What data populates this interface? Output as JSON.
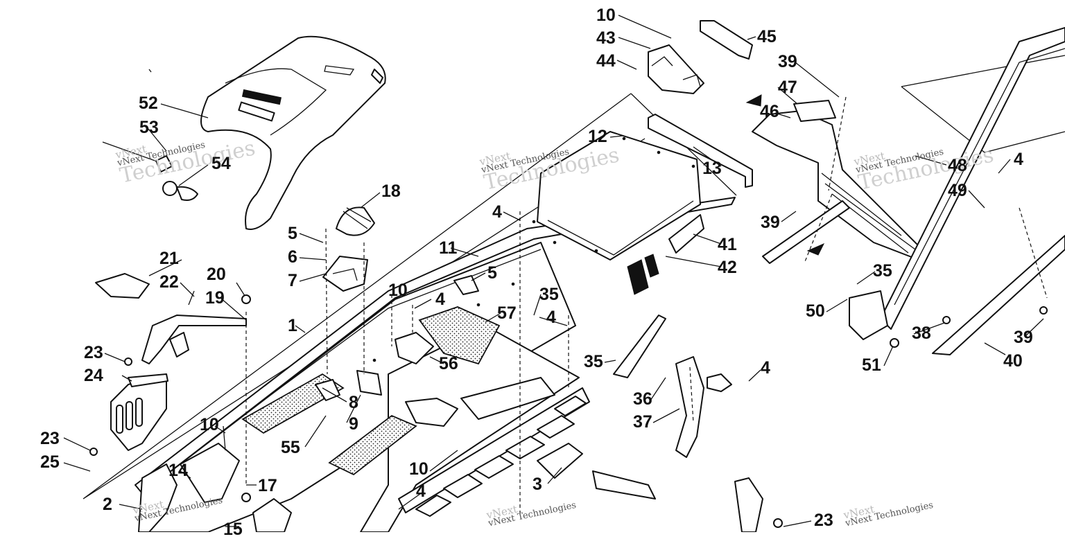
{
  "diagram": {
    "watermark_line1": "vNext",
    "watermark_line2": "vNext Technologies",
    "watermark_line3": "Technologies",
    "colors": {
      "ink": "#111111",
      "watermark": "#b9b9b9",
      "background": "#ffffff"
    },
    "callouts": [
      "10",
      "43",
      "44",
      "45",
      "39",
      "47",
      "46",
      "48",
      "4",
      "49",
      "39",
      "52",
      "53",
      "54",
      "18",
      "12",
      "13",
      "4",
      "11",
      "5",
      "6",
      "7",
      "41",
      "42",
      "21",
      "22",
      "20",
      "19",
      "10",
      "4",
      "57",
      "35",
      "4",
      "5",
      "1",
      "56",
      "35",
      "4",
      "35",
      "50",
      "38",
      "39",
      "51",
      "40",
      "23",
      "24",
      "8",
      "9",
      "36",
      "37",
      "23",
      "25",
      "10",
      "14",
      "55",
      "10",
      "17",
      "3",
      "4",
      "2",
      "15",
      "23"
    ]
  }
}
